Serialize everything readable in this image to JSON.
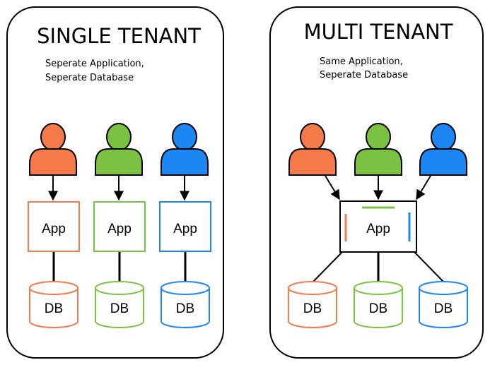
{
  "colors": {
    "orange": "#f47a4a",
    "green": "#7cc242",
    "blue": "#1b86f4",
    "outline": "#000000"
  },
  "single": {
    "title": "SINGLE TENANT",
    "subtitle_line1": "Seperate Application,",
    "subtitle_line2": "Seperate Database",
    "apps": [
      {
        "label": "App",
        "color": "orange"
      },
      {
        "label": "App",
        "color": "green"
      },
      {
        "label": "App",
        "color": "blue"
      }
    ],
    "dbs": [
      {
        "label": "DB",
        "color": "orange"
      },
      {
        "label": "DB",
        "color": "green"
      },
      {
        "label": "DB",
        "color": "blue"
      }
    ]
  },
  "multi": {
    "title": "MULTI TENANT",
    "subtitle_line1": "Same Application,",
    "subtitle_line2": "Seperate Database",
    "app": {
      "label": "App"
    },
    "dbs": [
      {
        "label": "DB",
        "color": "orange"
      },
      {
        "label": "DB",
        "color": "green"
      },
      {
        "label": "DB",
        "color": "blue"
      }
    ]
  }
}
